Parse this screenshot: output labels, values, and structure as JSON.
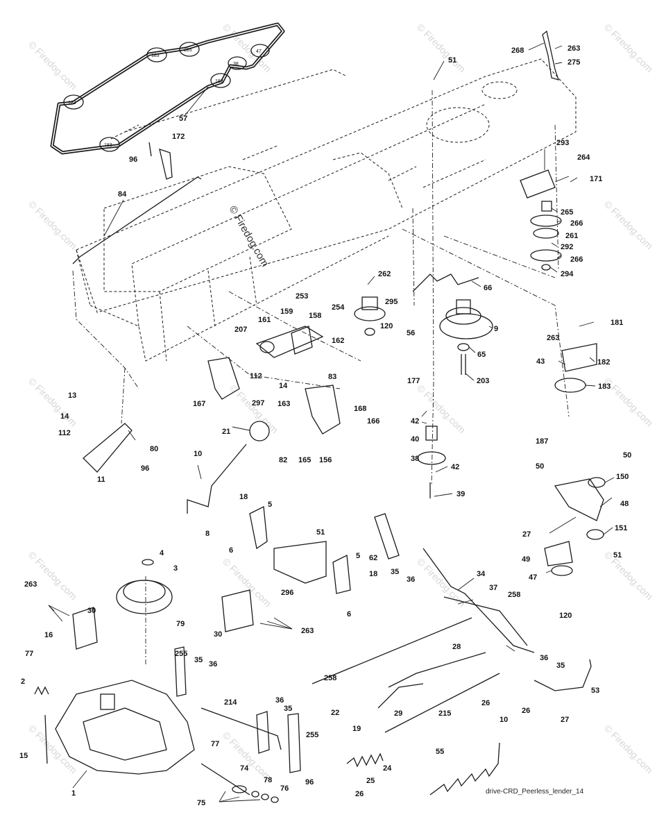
{
  "drawing_reference": "drive-CRD_Peerless_lender_14",
  "watermark_text": "© Firedog.com",
  "belt_pulley_labels": [
    "183",
    "183",
    "183",
    "285",
    "47",
    "38",
    "183"
  ],
  "part_callouts": [
    "57",
    "268",
    "263",
    "275",
    "51",
    "172",
    "96",
    "84",
    "293",
    "264",
    "171",
    "265",
    "266",
    "261",
    "292",
    "266",
    "294",
    "262",
    "66",
    "253",
    "254",
    "295",
    "120",
    "56",
    "9",
    "207",
    "161",
    "159",
    "158",
    "162",
    "112",
    "14",
    "163",
    "83",
    "297",
    "167",
    "65",
    "203",
    "263",
    "181",
    "43",
    "182",
    "183",
    "177",
    "42",
    "40",
    "38",
    "42",
    "39",
    "187",
    "13",
    "14",
    "112",
    "80",
    "96",
    "11",
    "21",
    "10",
    "82",
    "165",
    "156",
    "168",
    "166",
    "50",
    "50",
    "150",
    "48",
    "8",
    "18",
    "5",
    "51",
    "62",
    "35",
    "36",
    "34",
    "27",
    "151",
    "49",
    "47",
    "6",
    "296",
    "5",
    "18",
    "6",
    "37",
    "51",
    "120",
    "4",
    "3",
    "263",
    "30",
    "16",
    "79",
    "30",
    "263",
    "258",
    "28",
    "36",
    "35",
    "77",
    "255",
    "35",
    "36",
    "2",
    "214",
    "258",
    "29",
    "26",
    "10",
    "26",
    "53",
    "215",
    "22",
    "36",
    "35",
    "255",
    "27",
    "19",
    "15",
    "77",
    "74",
    "24",
    "55",
    "1",
    "96",
    "25",
    "26",
    "78",
    "76",
    "75"
  ]
}
